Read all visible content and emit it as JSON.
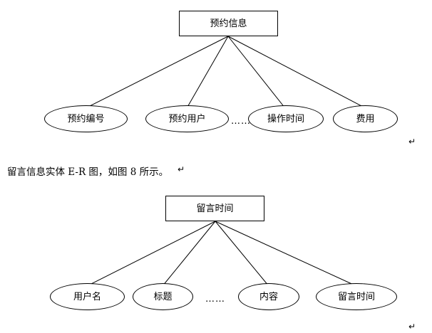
{
  "document": {
    "caption": "留言信息实体 E-R 图，如图 8 所示。",
    "paragraph_marks": [
      "↵",
      "↵",
      "↵"
    ]
  },
  "diagrams": [
    {
      "id": "appointment-er",
      "entity": {
        "label": "预约信息"
      },
      "ellipsis": "……",
      "attributes": [
        {
          "label": "预约编号"
        },
        {
          "label": "预约用户"
        },
        {
          "label": "操作时间"
        },
        {
          "label": "费用"
        }
      ]
    },
    {
      "id": "message-er",
      "entity": {
        "label": "留言时间"
      },
      "ellipsis": "……",
      "attributes": [
        {
          "label": "用户名"
        },
        {
          "label": "标题"
        },
        {
          "label": "内容"
        },
        {
          "label": "留言时间"
        }
      ]
    }
  ],
  "style": {
    "line_color": "#000000",
    "node_fill": "#ffffff",
    "text_color": "#000000"
  }
}
